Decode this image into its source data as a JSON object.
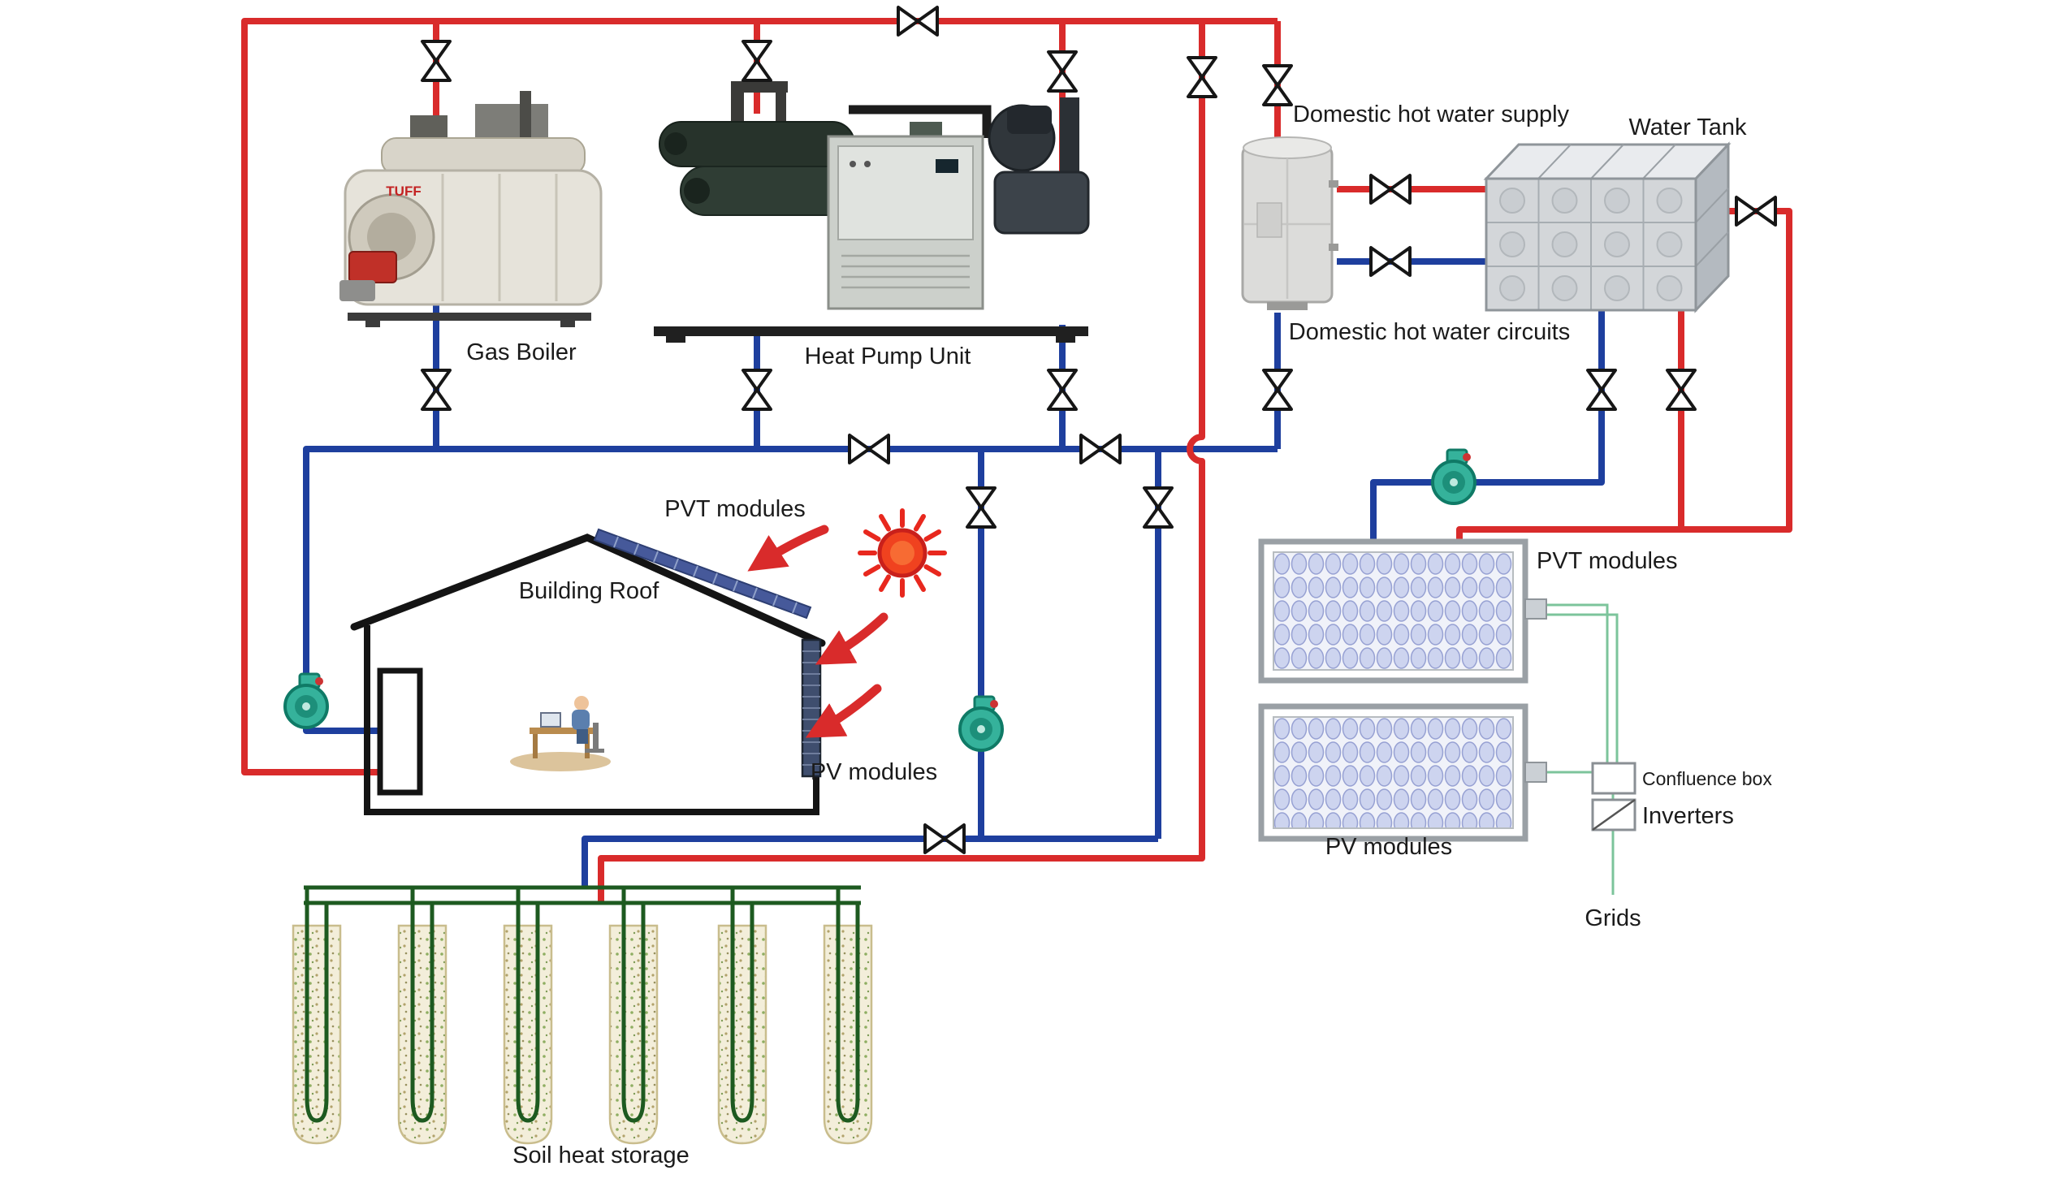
{
  "labels": {
    "gas_boiler": "Gas Boiler",
    "heat_pump_unit": "Heat Pump Unit",
    "dhw_supply": "Domestic hot water supply",
    "dhw_circuits": "Domestic hot water circuits",
    "water_tank": "Water Tank",
    "pvt_modules_roof": "PVT modules",
    "building_roof": "Building Roof",
    "pv_modules_house": "PV modules",
    "pvt_modules_array": "PVT modules",
    "pv_modules_array": "PV modules",
    "confluence_box": "Confluence box",
    "inverters": "Inverters",
    "grids": "Grids",
    "soil_heat_storage": "Soil heat storage",
    "boiler_brand": "TUFF"
  },
  "colors": {
    "hot_pipe": "#d92b2b",
    "cold_pipe": "#1e3f9e",
    "ground_loop_pipe": "#1d5a20",
    "electric_wire": "#7cc49b",
    "sun": "#ef4123",
    "pump": "#35b29b"
  }
}
